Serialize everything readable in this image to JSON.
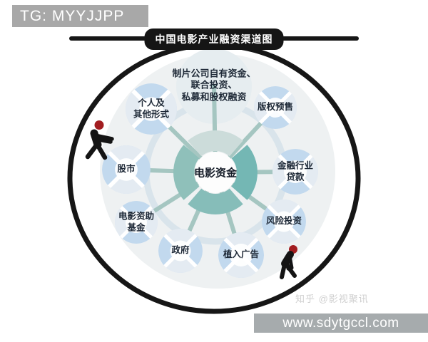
{
  "banner": {
    "tg_label": "TG: MYYJJPP"
  },
  "title": "中国电影产业融资渠道图",
  "hub": {
    "label": "电影资金"
  },
  "nodes": [
    {
      "id": "producer-funds",
      "lines": [
        "制片公司自有资金、",
        "联合投资、",
        "私募和股权融资"
      ]
    },
    {
      "id": "individuals",
      "lines": [
        "个人及",
        "其他形式"
      ]
    },
    {
      "id": "copyright-presale",
      "lines": [
        "版权预售"
      ]
    },
    {
      "id": "stock-market",
      "lines": [
        "股市"
      ]
    },
    {
      "id": "finance-loans",
      "lines": [
        "金融行业",
        "贷款"
      ]
    },
    {
      "id": "film-aid-fund",
      "lines": [
        "电影资助",
        "基金"
      ]
    },
    {
      "id": "venture-capital",
      "lines": [
        "风险投资"
      ]
    },
    {
      "id": "government",
      "lines": [
        "政府"
      ]
    },
    {
      "id": "product-placement",
      "lines": [
        "植入广告"
      ]
    }
  ],
  "watermarks": {
    "zhihu": "知乎 @影视聚讯",
    "site": "www.sdytgccl.com"
  },
  "colors": {
    "outline_black": "#161616",
    "banner_gray": "#a8a8a8",
    "url_bar_gray": "#a6abad",
    "node_blue": "#c2d9ee",
    "node_pale": "#e4ebf2",
    "hub_teal_dark": "#74b7b4",
    "hub_teal_mid": "#8fc0ba",
    "hub_teal_pale": "#ccdcda",
    "spoke_teal": "#a5c6c1",
    "person_head_red": "#a21d20",
    "label_navy": "#1d2836"
  }
}
